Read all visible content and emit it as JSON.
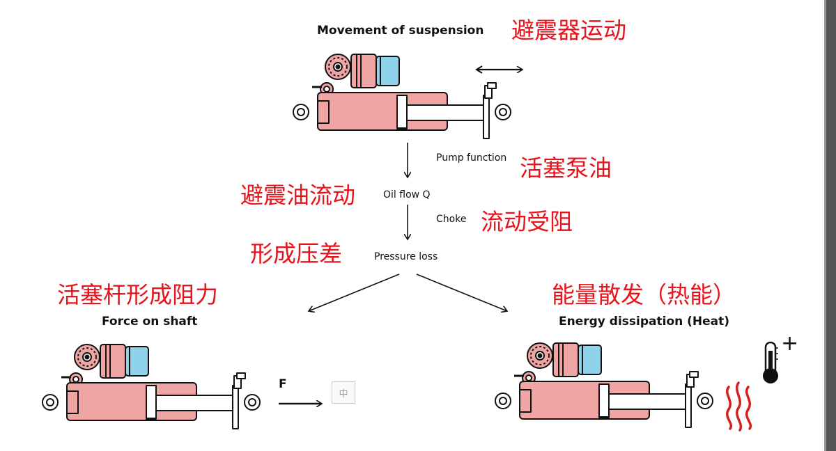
{
  "title": {
    "en": "Movement of suspension",
    "cn": "避震器运动"
  },
  "pump": {
    "en": "Pump function",
    "cn": "活塞泵油"
  },
  "oilflow": {
    "en": "Oil flow Q",
    "cn": "避震油流动"
  },
  "choke": {
    "en": "Choke",
    "cn": "流动受阻"
  },
  "pressure": {
    "en": "Pressure loss",
    "cn": "形成压差"
  },
  "force": {
    "en": "Force on shaft",
    "cn": "活塞杆形成阻力"
  },
  "energy": {
    "en": "Energy dissipation (Heat)",
    "cn": "能量散发（热能）"
  },
  "force_symbol": "F",
  "ime_char": "中",
  "thermo_plus": "+",
  "colors": {
    "body_pink": "#f0a5a5",
    "reservoir_blue": "#8fd3ea",
    "label_red": "#e8141c",
    "heat_red": "#d81f1f",
    "outline": "#111111"
  }
}
